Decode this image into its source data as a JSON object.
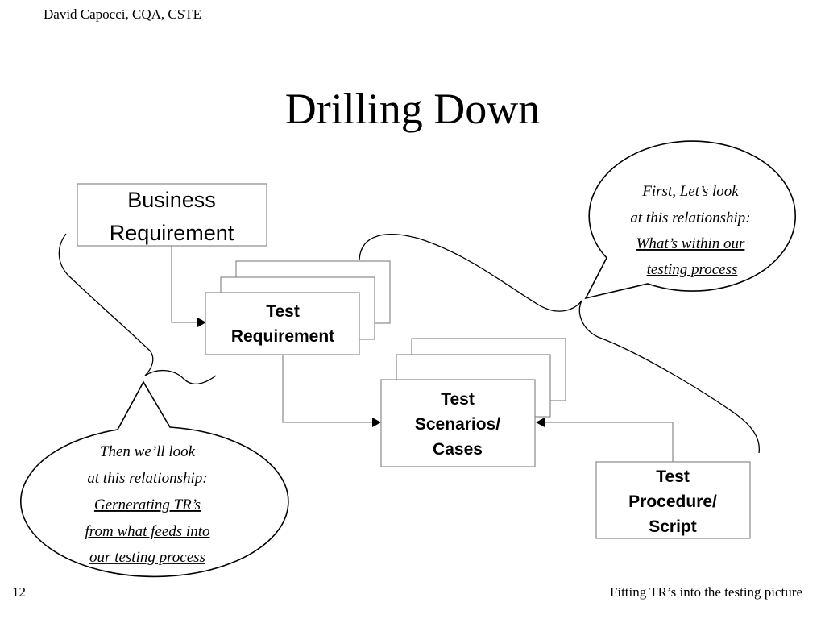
{
  "slide": {
    "header": "David Capocci, CQA, CSTE",
    "title": "Drilling Down",
    "page_number": "12",
    "footer": "Fitting TR’s into the testing picture"
  },
  "diagram": {
    "nodes": {
      "business_requirement": [
        "Business",
        "Requirement"
      ],
      "test_requirement": [
        "Test",
        "Requirement"
      ],
      "test_scenarios": [
        "Test",
        "Scenarios/",
        "Cases"
      ],
      "test_procedure": [
        "Test",
        "Procedure/",
        "Script"
      ]
    },
    "callouts": {
      "first": {
        "lines": [
          "First, Let’s look",
          "at this relationship:"
        ],
        "underlined": [
          "What’s within our ",
          "testing process"
        ]
      },
      "second": {
        "lines": [
          "Then we’ll look",
          "at this relationship:"
        ],
        "underlined": [
          "Gernerating TR’s",
          "from what feeds into",
          "our testing process"
        ]
      }
    }
  }
}
